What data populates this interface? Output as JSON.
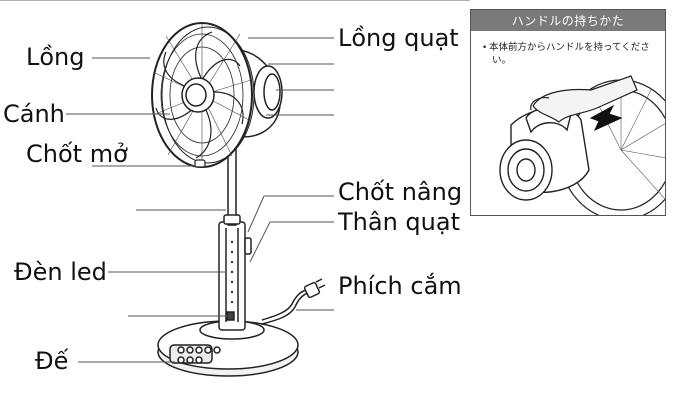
{
  "labels": {
    "cage": "Lồng",
    "blade": "Cánh",
    "open_pin": "Chốt mở",
    "led": "Đèn led",
    "base": "Đế",
    "fan_cage": "Lồng quạt",
    "lift_pin": "Chốt nâng",
    "fan_body": "Thân quạt",
    "plug": "Phích cắm"
  },
  "inset": {
    "title": "ハンドルの持ちかた",
    "bullet": "•",
    "instruction": "本体前方からハンドルを持ってください。"
  },
  "colors": {
    "line": "#222222",
    "leader": "#555555",
    "arrow": "#111111",
    "header": "#7a7a7a"
  }
}
